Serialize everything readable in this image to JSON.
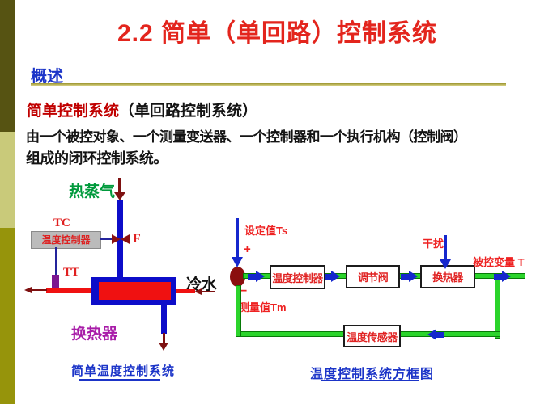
{
  "slide": {
    "title": "2.2 简单（单回路）控制系统",
    "section_heading": "概述",
    "intro": {
      "term": "简单控制系统",
      "term_suffix": "（单回路控制系统）",
      "line1": "由一个被控对象、一个测量变送器、一个控制器和一个执行机构（控制阀）",
      "line2": "组成的闭环控制系统。"
    }
  },
  "process_diagram": {
    "steam_label": "热蒸气",
    "tc_label": "TC",
    "controller_box_label": "温度控制器",
    "valve_label": "F",
    "tt_label": "TT",
    "cold_water_label": "冷水",
    "exchanger_label": "换热器",
    "caption": "简单温度控制系统"
  },
  "block_diagram": {
    "setpoint_label": "设定值Ts",
    "plus_sign": "+",
    "minus_sign": "−",
    "measured_label": "测量值Tm",
    "blocks": [
      "温度控制器",
      "调节阀",
      "换热器",
      "温度传感器"
    ],
    "disturbance_label": "干扰",
    "output_label": "被控变量 T",
    "caption": "温度控制系统方框图"
  },
  "colors": {
    "title_red": "#e3251d",
    "heading_blue": "#1b34c8",
    "term_red": "#c00000",
    "steam_green": "#009a3c",
    "exchanger_purple": "#a81ca8",
    "pipe_blue": "#0d0dc9",
    "pipe_red": "#f01111",
    "dark_red": "#7e1111",
    "loop_green": "#2bd42b",
    "arrow_blue": "#1527cd",
    "label_red": "#ee2222",
    "sidebar_dark": "#565312",
    "sidebar_light": "#c9ca7a",
    "sidebar_olive": "#96940b"
  }
}
